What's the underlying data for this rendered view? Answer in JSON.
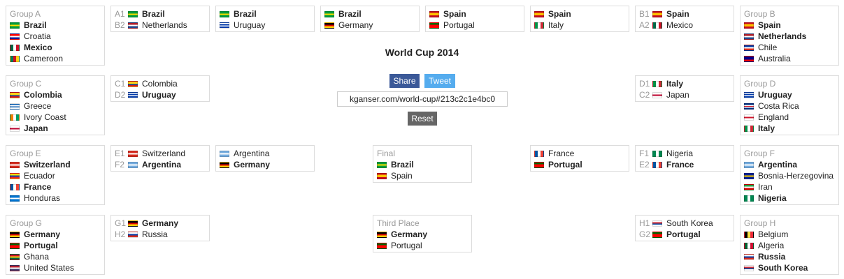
{
  "title": "World Cup 2014",
  "share_label": "Share",
  "tweet_label": "Tweet",
  "url": "kganser.com/world-cup#213c2c1e4bc0",
  "reset_label": "Reset",
  "flag_colors": {
    "Brazil": [
      "#009c3b",
      "#fedf00",
      "#009c3b"
    ],
    "Croatia": [
      "#ff0000",
      "#ffffff",
      "#171796"
    ],
    "Mexico": [
      "#006847",
      "#ffffff",
      "#ce1126"
    ],
    "Cameroon": [
      "#007a5e",
      "#ce1126",
      "#fcd116"
    ],
    "Colombia": [
      "#fcd116",
      "#fcd116",
      "#003893",
      "#ce1126"
    ],
    "Greece": [
      "#0d5eaf",
      "#ffffff",
      "#0d5eaf",
      "#ffffff"
    ],
    "Ivory Coast": [
      "#f77f00",
      "#ffffff",
      "#009e60"
    ],
    "Japan": [
      "#ffffff",
      "#bc002d",
      "#ffffff"
    ],
    "Switzerland": [
      "#d52b1e",
      "#ffffff",
      "#d52b1e"
    ],
    "Ecuador": [
      "#ffdd00",
      "#034ea2",
      "#ed1c24"
    ],
    "France": [
      "#0055a4",
      "#ffffff",
      "#ef4135"
    ],
    "Honduras": [
      "#0073cf",
      "#ffffff",
      "#0073cf"
    ],
    "Germany": [
      "#000000",
      "#dd0000",
      "#ffce00"
    ],
    "Portugal": [
      "#006600",
      "#ff0000",
      "#ff0000"
    ],
    "Ghana": [
      "#ce1126",
      "#fcd116",
      "#006b3f"
    ],
    "United States": [
      "#b22234",
      "#ffffff",
      "#3c3b6e"
    ],
    "Netherlands": [
      "#ae1c28",
      "#ffffff",
      "#21468b"
    ],
    "Uruguay": [
      "#ffffff",
      "#0038a8",
      "#ffffff",
      "#0038a8"
    ],
    "Spain": [
      "#c60b1e",
      "#ffc400",
      "#ffc400",
      "#c60b1e"
    ],
    "Italy": [
      "#009246",
      "#ffffff",
      "#ce2b37"
    ],
    "Argentina": [
      "#74acdf",
      "#ffffff",
      "#74acdf"
    ],
    "Nigeria": [
      "#008751",
      "#ffffff",
      "#008751"
    ],
    "Russia": [
      "#ffffff",
      "#0039a6",
      "#d52b1e"
    ],
    "Chile": [
      "#0039a6",
      "#ffffff",
      "#d52b1e"
    ],
    "Australia": [
      "#00008b",
      "#00008b",
      "#ff0000"
    ],
    "Costa Rica": [
      "#002b7f",
      "#ffffff",
      "#ce1126",
      "#ffffff",
      "#002b7f"
    ],
    "England": [
      "#ffffff",
      "#cf142b",
      "#ffffff"
    ],
    "Bosnia-Herzegovina": [
      "#002395",
      "#fecb00",
      "#002395"
    ],
    "Iran": [
      "#239f40",
      "#ffffff",
      "#da0000"
    ],
    "Belgium": [
      "#000000",
      "#fae042",
      "#ed2939"
    ],
    "Algeria": [
      "#006233",
      "#ffffff",
      "#d21034"
    ],
    "South Korea": [
      "#ffffff",
      "#cd2e3a",
      "#0047a0",
      "#ffffff"
    ]
  },
  "groups": [
    {
      "id": "group-a",
      "header": "Group A",
      "teams": [
        {
          "name": "Brazil",
          "bold": true
        },
        {
          "name": "Croatia",
          "bold": false
        },
        {
          "name": "Mexico",
          "bold": true
        },
        {
          "name": "Cameroon",
          "bold": false
        }
      ]
    },
    {
      "id": "group-c",
      "header": "Group C",
      "teams": [
        {
          "name": "Colombia",
          "bold": true
        },
        {
          "name": "Greece",
          "bold": false
        },
        {
          "name": "Ivory Coast",
          "bold": false
        },
        {
          "name": "Japan",
          "bold": true
        }
      ]
    },
    {
      "id": "group-e",
      "header": "Group E",
      "teams": [
        {
          "name": "Switzerland",
          "bold": true
        },
        {
          "name": "Ecuador",
          "bold": false
        },
        {
          "name": "France",
          "bold": true
        },
        {
          "name": "Honduras",
          "bold": false
        }
      ]
    },
    {
      "id": "group-g",
      "header": "Group G",
      "teams": [
        {
          "name": "Germany",
          "bold": true
        },
        {
          "name": "Portugal",
          "bold": true
        },
        {
          "name": "Ghana",
          "bold": false
        },
        {
          "name": "United States",
          "bold": false
        }
      ]
    },
    {
      "id": "group-b",
      "header": "Group B",
      "teams": [
        {
          "name": "Spain",
          "bold": true
        },
        {
          "name": "Netherlands",
          "bold": true
        },
        {
          "name": "Chile",
          "bold": false
        },
        {
          "name": "Australia",
          "bold": false
        }
      ]
    },
    {
      "id": "group-d",
      "header": "Group D",
      "teams": [
        {
          "name": "Uruguay",
          "bold": true
        },
        {
          "name": "Costa Rica",
          "bold": false
        },
        {
          "name": "England",
          "bold": false
        },
        {
          "name": "Italy",
          "bold": true
        }
      ]
    },
    {
      "id": "group-f",
      "header": "Group F",
      "teams": [
        {
          "name": "Argentina",
          "bold": true
        },
        {
          "name": "Bosnia-Herzegovina",
          "bold": false
        },
        {
          "name": "Iran",
          "bold": false
        },
        {
          "name": "Nigeria",
          "bold": true
        }
      ]
    },
    {
      "id": "group-h",
      "header": "Group H",
      "teams": [
        {
          "name": "Belgium",
          "bold": false
        },
        {
          "name": "Algeria",
          "bold": false
        },
        {
          "name": "Russia",
          "bold": true
        },
        {
          "name": "South Korea",
          "bold": true
        }
      ]
    }
  ],
  "matches": [
    {
      "id": "r16-a1-b2",
      "teams": [
        {
          "seed": "A1",
          "name": "Brazil",
          "bold": true
        },
        {
          "seed": "B2",
          "name": "Netherlands",
          "bold": false
        }
      ]
    },
    {
      "id": "r16-c1-d2",
      "teams": [
        {
          "seed": "C1",
          "name": "Colombia",
          "bold": false
        },
        {
          "seed": "D2",
          "name": "Uruguay",
          "bold": true
        }
      ]
    },
    {
      "id": "r16-e1-f2",
      "teams": [
        {
          "seed": "E1",
          "name": "Switzerland",
          "bold": false
        },
        {
          "seed": "F2",
          "name": "Argentina",
          "bold": true
        }
      ]
    },
    {
      "id": "r16-g1-h2",
      "teams": [
        {
          "seed": "G1",
          "name": "Germany",
          "bold": true
        },
        {
          "seed": "H2",
          "name": "Russia",
          "bold": false
        }
      ]
    },
    {
      "id": "r16-b1-a2",
      "teams": [
        {
          "seed": "B1",
          "name": "Spain",
          "bold": true
        },
        {
          "seed": "A2",
          "name": "Mexico",
          "bold": false
        }
      ]
    },
    {
      "id": "r16-d1-c2",
      "teams": [
        {
          "seed": "D1",
          "name": "Italy",
          "bold": true
        },
        {
          "seed": "C2",
          "name": "Japan",
          "bold": false
        }
      ]
    },
    {
      "id": "r16-f1-e2",
      "teams": [
        {
          "seed": "F1",
          "name": "Nigeria",
          "bold": false
        },
        {
          "seed": "E2",
          "name": "France",
          "bold": true
        }
      ]
    },
    {
      "id": "r16-h1-g2",
      "teams": [
        {
          "seed": "H1",
          "name": "South Korea",
          "bold": false
        },
        {
          "seed": "G2",
          "name": "Portugal",
          "bold": true
        }
      ]
    },
    {
      "id": "qf-left-1",
      "teams": [
        {
          "name": "Brazil",
          "bold": true
        },
        {
          "name": "Uruguay",
          "bold": false
        }
      ]
    },
    {
      "id": "qf-left-2",
      "teams": [
        {
          "name": "Argentina",
          "bold": false
        },
        {
          "name": "Germany",
          "bold": true
        }
      ]
    },
    {
      "id": "sf-left",
      "teams": [
        {
          "name": "Brazil",
          "bold": true
        },
        {
          "name": "Germany",
          "bold": false
        }
      ]
    },
    {
      "id": "sf-right",
      "teams": [
        {
          "name": "Spain",
          "bold": true
        },
        {
          "name": "Portugal",
          "bold": false
        }
      ]
    },
    {
      "id": "qf-right-1",
      "teams": [
        {
          "name": "Spain",
          "bold": true
        },
        {
          "name": "Italy",
          "bold": false
        }
      ]
    },
    {
      "id": "qf-right-2",
      "teams": [
        {
          "name": "France",
          "bold": false
        },
        {
          "name": "Portugal",
          "bold": true
        }
      ]
    },
    {
      "id": "final",
      "header": "Final",
      "teams": [
        {
          "name": "Brazil",
          "bold": true
        },
        {
          "name": "Spain",
          "bold": false
        }
      ]
    },
    {
      "id": "third-place",
      "header": "Third Place",
      "teams": [
        {
          "name": "Germany",
          "bold": true
        },
        {
          "name": "Portugal",
          "bold": false
        }
      ]
    }
  ]
}
